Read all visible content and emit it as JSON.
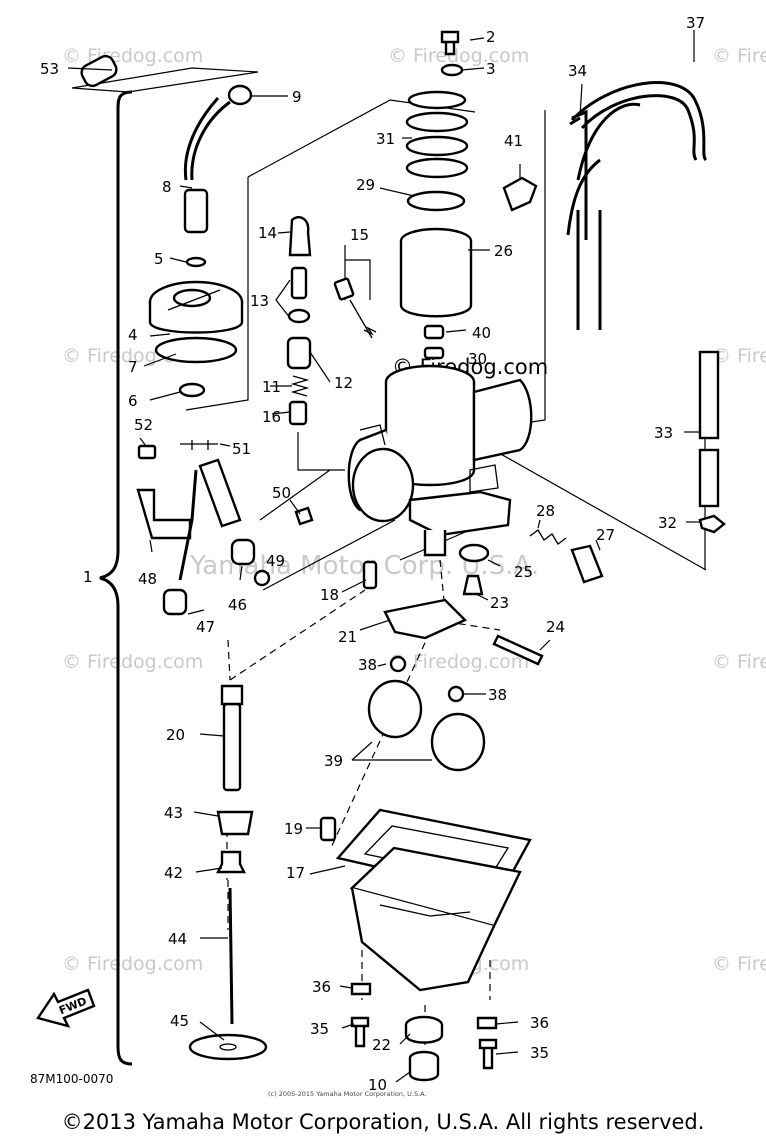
{
  "watermarks": {
    "firedog": "© Firedog.com",
    "firedog_center": "© Firedog.com",
    "yamaha": "Yamaha Motor Corp. U.S.A."
  },
  "diagram_code": "87M100-0070",
  "fwd_label": "FWD",
  "tiny_notice": "(c) 2005-2015 Yamaha Motor Corporation, U.S.A.",
  "copyright": "©2013 Yamaha Motor Corporation, U.S.A. All rights reserved.",
  "callouts": {
    "c1": "1",
    "c2": "2",
    "c3": "3",
    "c4": "4",
    "c5": "5",
    "c6": "6",
    "c7": "7",
    "c8": "8",
    "c9": "9",
    "c10": "10",
    "c11": "11",
    "c12": "12",
    "c13": "13",
    "c14": "14",
    "c15": "15",
    "c16": "16",
    "c17": "17",
    "c18": "18",
    "c19": "19",
    "c20": "20",
    "c21": "21",
    "c22": "22",
    "c23": "23",
    "c24": "24",
    "c25": "25",
    "c26": "26",
    "c27": "27",
    "c28": "28",
    "c29": "29",
    "c30": "30",
    "c31": "31",
    "c32": "32",
    "c33": "33",
    "c34": "34",
    "c35a": "35",
    "c35b": "35",
    "c36a": "36",
    "c36b": "36",
    "c37": "37",
    "c38a": "38",
    "c38b": "38",
    "c39": "39",
    "c40": "40",
    "c41": "41",
    "c42": "42",
    "c43": "43",
    "c44": "44",
    "c45": "45",
    "c46": "46",
    "c47": "47",
    "c48": "48",
    "c49": "49",
    "c50": "50",
    "c51": "51",
    "c52": "52",
    "c53": "53"
  }
}
